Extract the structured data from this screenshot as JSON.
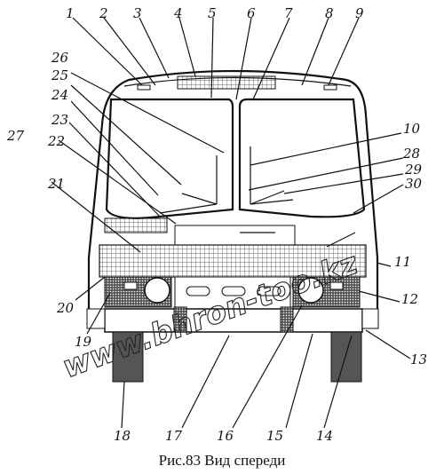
{
  "caption": "Рис.83 Вид спереди",
  "watermark": "www.bhron-too.kz",
  "callouts": [
    "1",
    "2",
    "3",
    "4",
    "5",
    "6",
    "7",
    "8",
    "9",
    "10",
    "11",
    "12",
    "13",
    "14",
    "15",
    "16",
    "17",
    "18",
    "19",
    "20",
    "21",
    "22",
    "23",
    "24",
    "25",
    "26",
    "27",
    "28",
    "29",
    "30"
  ]
}
